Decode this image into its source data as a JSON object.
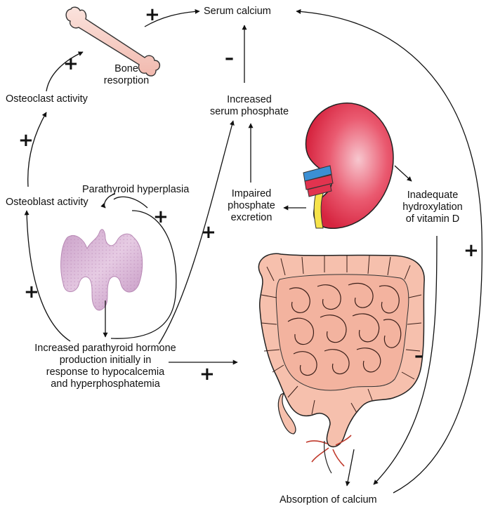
{
  "labels": {
    "serum_calcium": "Serum calcium",
    "bone_resorption_1": "Bone",
    "bone_resorption_2": "resorption",
    "osteoclast_activity": "Osteoclast activity",
    "increased_phosphate_1": "Increased",
    "increased_phosphate_2": "serum phosphate",
    "parathyroid_hyperplasia": "Parathyroid hyperplasia",
    "osteoblast_activity": "Osteoblast activity",
    "impaired_excretion_1": "Impaired",
    "impaired_excretion_2": "phosphate",
    "impaired_excretion_3": "excretion",
    "inadequate_vitd_1": "Inadequate",
    "inadequate_vitd_2": "hydroxylation",
    "inadequate_vitd_3": "of vitamin D",
    "pth_1": "Increased parathyroid hormone",
    "pth_2": "production initially in",
    "pth_3": "response to hypocalcemia",
    "pth_4": "and hyperphosphatemia",
    "absorption_calcium": "Absorption of calcium"
  },
  "signs": {
    "plus": "+",
    "minus": "–"
  }
}
